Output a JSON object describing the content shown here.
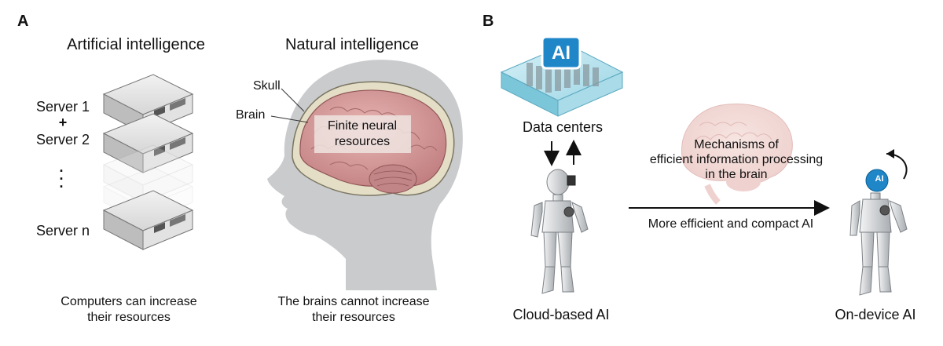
{
  "panel_a": {
    "letter": "A",
    "left_title": "Artificial intelligence",
    "right_title": "Natural intelligence",
    "server_1": "Server 1",
    "plus": "+",
    "server_2": "Server 2",
    "ellipsis": ".\n.\n.",
    "server_n": "Server n",
    "skull_label": "Skull",
    "brain_label": "Brain",
    "finite_label_1": "Finite neural",
    "finite_label_2": "resources",
    "left_caption_1": "Computers can increase",
    "left_caption_2": "their resources",
    "right_caption_1": "The brains cannot increase",
    "right_caption_2": "their resources"
  },
  "panel_b": {
    "letter": "B",
    "ai_badge": "AI",
    "data_centers": "Data centers",
    "mechanisms_1": "Mechanisms of",
    "mechanisms_2": "efficient information processing",
    "mechanisms_3": "in the brain",
    "arrow_label": "More efficient and compact AI",
    "cloud_ai": "Cloud-based AI",
    "ondevice_ai": "On-device AI",
    "head_badge": "AI"
  },
  "colors": {
    "brain": "#d9a0a0",
    "brain_dark": "#b56c6e",
    "head": "#cfd1d3",
    "skull": "#e3dcc6",
    "server": "#d3d3d3",
    "cube": "#7fc8dc",
    "ai_blue": "#1f86c8",
    "robot": "#d8dadc"
  }
}
